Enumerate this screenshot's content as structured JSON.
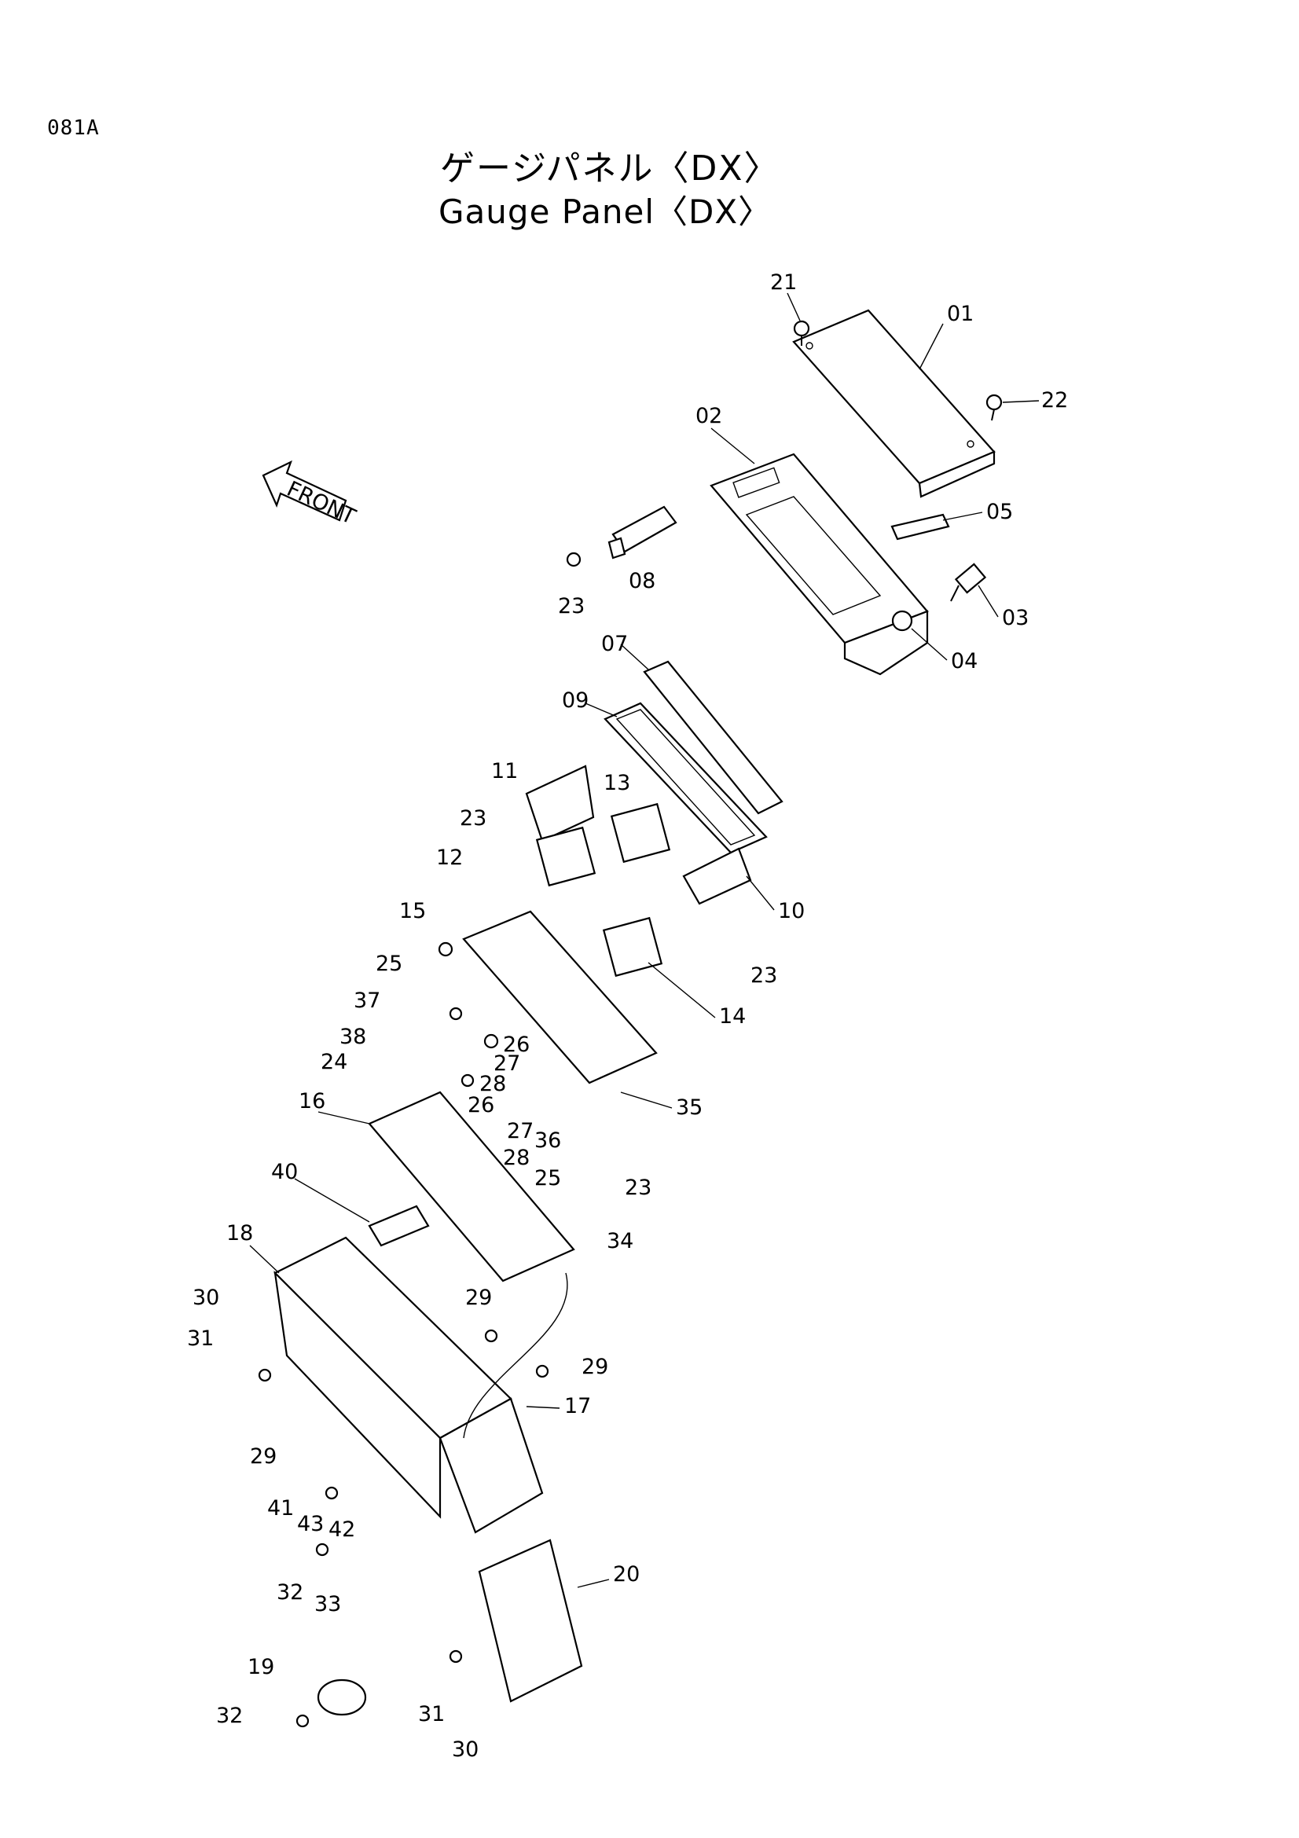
{
  "page_code": "081A",
  "title_jp": "ゲージパネル〈DX〉",
  "title_en": "Gauge Panel〈DX〉",
  "front_label": "FRONT",
  "callouts": [
    "21",
    "01",
    "22",
    "02",
    "05",
    "08",
    "23",
    "03",
    "04",
    "07",
    "09",
    "11",
    "13",
    "23",
    "12",
    "10",
    "15",
    "23",
    "25",
    "14",
    "37",
    "26",
    "38",
    "27",
    "24",
    "28",
    "35",
    "16",
    "26",
    "27",
    "36",
    "28",
    "25",
    "23",
    "40",
    "34",
    "18",
    "29",
    "30",
    "31",
    "29",
    "17",
    "29",
    "41",
    "43",
    "42",
    "20",
    "32",
    "33",
    "19",
    "31",
    "32",
    "30"
  ]
}
